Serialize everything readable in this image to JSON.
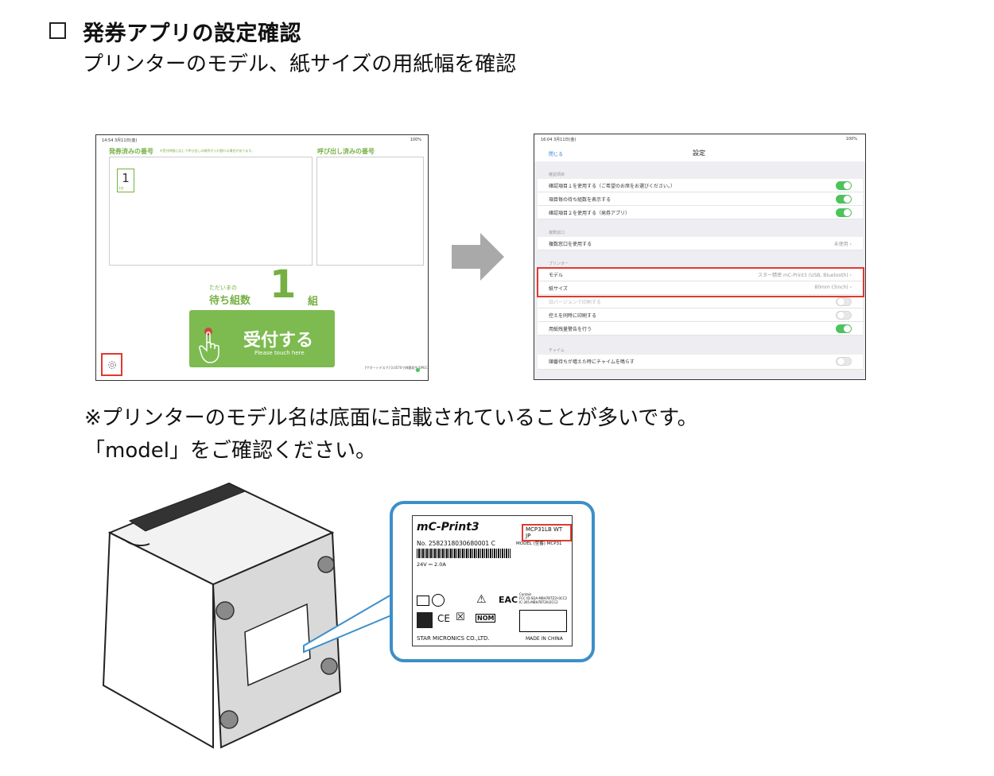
{
  "header": {
    "title": "発券アプリの設定確認",
    "subtitle": "プリンターのモデル、紙サイズの用紙幅を確認"
  },
  "shot1": {
    "status_time": "14:54  3月11日(金)",
    "status_right": "100%",
    "issued_title": "発券済みの番号",
    "issued_note": "※受付時間に応じて呼び出しの順序が入れ替わる場合があります。",
    "ticket_number": "1",
    "ticket_unit": "1名",
    "called_title": "呼び出し済みの番号",
    "waiting_small": "ただいまの",
    "waiting_label": "待ち組数",
    "waiting_count": "1",
    "waiting_unit": "組",
    "button_main": "受付する",
    "button_sub": "Please touch here",
    "support_text": "[サポートデスク] 0,0570で問題発生/OPEC"
  },
  "shot2": {
    "status_time": "16:04  3月11日(金)",
    "status_right": "100%",
    "close": "閉じる",
    "title": "設定",
    "sections": [
      {
        "label": "確認項目",
        "rows": [
          {
            "label": "確認項目１を使用する（ご希望のお席をお選びください。）",
            "toggle": true
          },
          {
            "label": "項目毎の待ち組数を表示する",
            "toggle": true
          },
          {
            "label": "確認項目２を使用する（発券アプリ）",
            "toggle": true
          }
        ]
      },
      {
        "label": "複数窓口",
        "rows": [
          {
            "label": "複数窓口を使用する",
            "value": "未使用 ›"
          }
        ]
      },
      {
        "label": "プリンター",
        "rows": [
          {
            "label": "モデル",
            "value": "スター精密 mC-Print3 (USB, Bluetooth) ›"
          },
          {
            "label": "紙サイズ",
            "value": "80mm (3inch) ›"
          },
          {
            "label": "旧バージョンで印刷する",
            "toggle": false
          },
          {
            "label": "控えを同時に印刷する",
            "toggle": false
          },
          {
            "label": "用紙残量警告を行う",
            "toggle": true
          }
        ]
      },
      {
        "label": "チャイム",
        "rows": [
          {
            "label": "順番待ちが増えた時にチャイムを鳴らす",
            "toggle": false
          }
        ]
      }
    ]
  },
  "notes": {
    "line1": "※プリンターのモデル名は底面に記載されていることが多いです。",
    "line2": "「model」をご確認ください。"
  },
  "label": {
    "brand": "mC-Print3",
    "model_code": "MCP31LB WT JP",
    "serial": "No. 2582318030680001   C",
    "model_line": "MODEL (型番) MCP31",
    "power": "24V ⎓ 2.0A",
    "contain_lines": [
      "Contain",
      "FCC ID:SQA-MBH7BTZ2I-0CC2",
      "IC:305-MBH7BT2IU2CC2"
    ],
    "company": "STAR MICRONICS CO.,LTD.",
    "made_in": "MADE IN CHINA"
  },
  "colors": {
    "highlight": "#e03a2f",
    "accent_green": "#7dba50",
    "callout_blue": "#3d8fc8"
  }
}
